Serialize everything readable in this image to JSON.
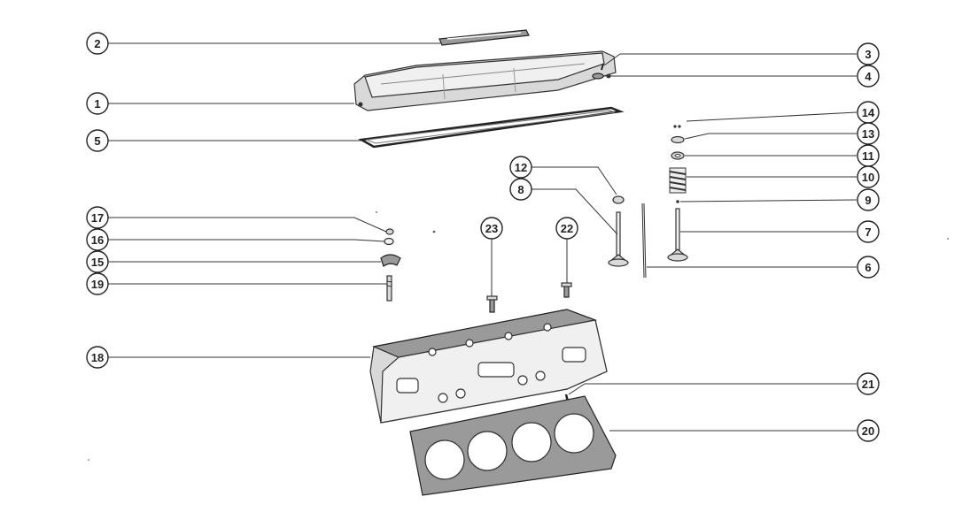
{
  "callouts": [
    {
      "id": "c2",
      "label": "2"
    },
    {
      "id": "c1",
      "label": "1"
    },
    {
      "id": "c5",
      "label": "5"
    },
    {
      "id": "c3",
      "label": "3"
    },
    {
      "id": "c4",
      "label": "4"
    },
    {
      "id": "c14",
      "label": "14"
    },
    {
      "id": "c13",
      "label": "13"
    },
    {
      "id": "c11",
      "label": "11"
    },
    {
      "id": "c10",
      "label": "10"
    },
    {
      "id": "c9",
      "label": "9"
    },
    {
      "id": "c7",
      "label": "7"
    },
    {
      "id": "c6",
      "label": "6"
    },
    {
      "id": "c12",
      "label": "12"
    },
    {
      "id": "c8",
      "label": "8"
    },
    {
      "id": "c17",
      "label": "17"
    },
    {
      "id": "c16",
      "label": "16"
    },
    {
      "id": "c15",
      "label": "15"
    },
    {
      "id": "c19",
      "label": "19"
    },
    {
      "id": "c23",
      "label": "23"
    },
    {
      "id": "c22",
      "label": "22"
    },
    {
      "id": "c18",
      "label": "18"
    },
    {
      "id": "c21",
      "label": "21"
    },
    {
      "id": "c20",
      "label": "20"
    }
  ]
}
